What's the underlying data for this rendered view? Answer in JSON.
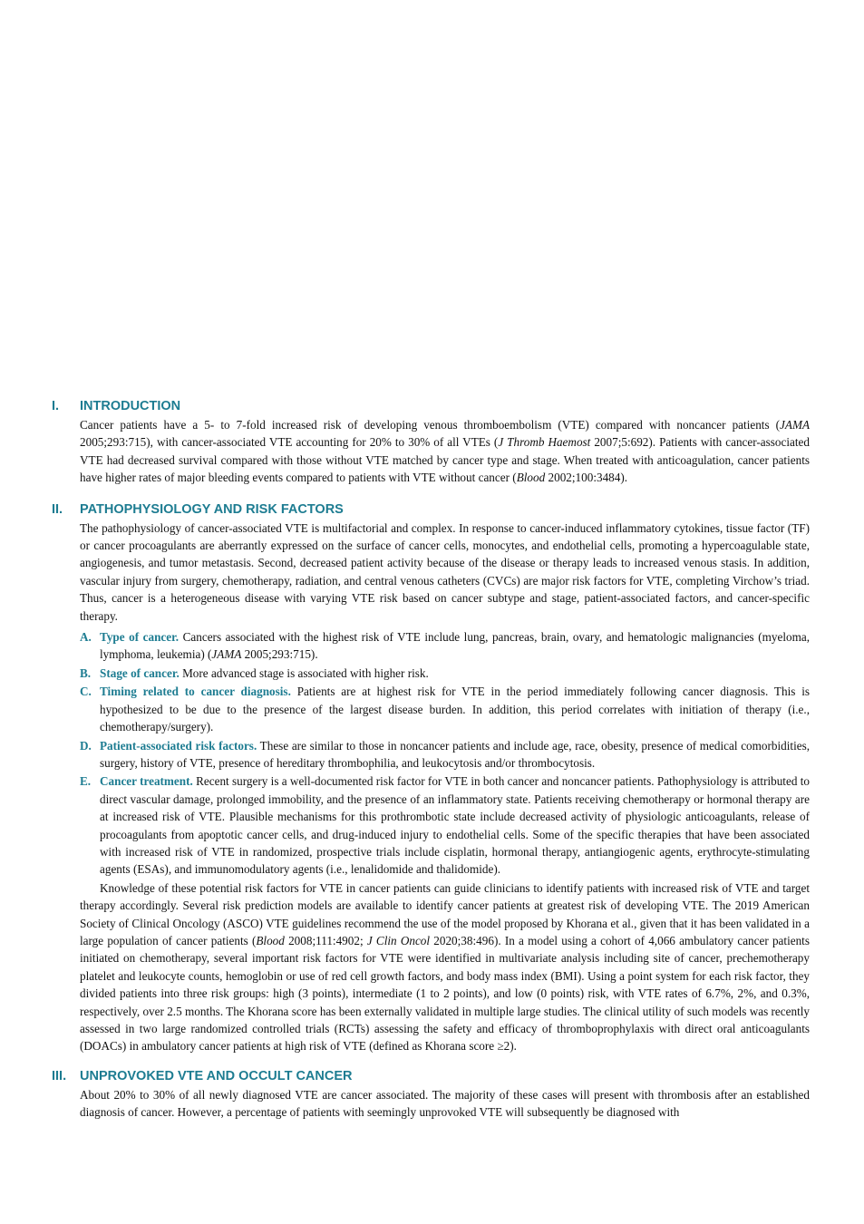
{
  "sections": [
    {
      "num": "I.",
      "title": "INTRODUCTION",
      "paragraphs": [
        {
          "runs": [
            {
              "t": "Cancer patients have a 5- to 7-fold increased risk of developing venous thromboembolism (VTE) compared with noncancer patients ("
            },
            {
              "t": "JAMA",
              "i": true
            },
            {
              "t": " 2005;293:715), with cancer-associated VTE accounting for 20% to 30% of all VTEs ("
            },
            {
              "t": "J Thromb Haemost",
              "i": true
            },
            {
              "t": " 2007;5:692). Patients with cancer-associated VTE had decreased survival compared with those without VTE matched by cancer type and stage. When treated with anticoagulation, cancer patients have higher rates of major bleeding events compared to patients with VTE without cancer ("
            },
            {
              "t": "Blood",
              "i": true
            },
            {
              "t": " 2002;100:3484)."
            }
          ]
        }
      ]
    },
    {
      "num": "II.",
      "title": "PATHOPHYSIOLOGY AND RISK FACTORS",
      "intro": "The pathophysiology of cancer-associated VTE is multifactorial and complex. In response to cancer-induced inflammatory cytokines, tissue factor (TF) or cancer procoagulants are aberrantly expressed on the surface of cancer cells, monocytes, and endothelial cells, promoting a hypercoagulable state, angiogenesis, and tumor metastasis. Second, decreased patient activity because of the disease or therapy leads to increased venous stasis. In addition, vascular injury from surgery, chemotherapy, radiation, and central venous catheters (CVCs) are major risk factors for VTE, completing Virchow’s triad. Thus, cancer is a heterogeneous disease with varying VTE risk based on cancer subtype and stage, patient-associated factors, and cancer-specific therapy.",
      "items": [
        {
          "letter": "A.",
          "lead": "Type of cancer.",
          "text": " Cancers associated with the highest risk of VTE include lung, pancreas, brain, ovary, and hematologic malignancies (myeloma, lymphoma, leukemia) (",
          "cite": "JAMA",
          "tail": " 2005;293:715)."
        },
        {
          "letter": "B.",
          "lead": "Stage of cancer.",
          "text": " More advanced stage is associated with higher risk.",
          "cite": "",
          "tail": ""
        },
        {
          "letter": "C.",
          "lead": "Timing related to cancer diagnosis.",
          "text": " Patients are at highest risk for VTE in the period immediately following cancer diagnosis. This is hypothesized to be due to the presence of the largest disease burden. In addition, this period correlates with initiation of therapy (i.e., chemotherapy/surgery).",
          "cite": "",
          "tail": ""
        },
        {
          "letter": "D.",
          "lead": "Patient-associated risk factors.",
          "text": " These are similar to those in noncancer patients and include age, race, obesity, presence of medical comorbidities, surgery, history of VTE, presence of hereditary thrombophilia, and leukocytosis and/or thrombocytosis.",
          "cite": "",
          "tail": ""
        },
        {
          "letter": "E.",
          "lead": "Cancer treatment.",
          "text": " Recent surgery is a well-documented risk factor for VTE in both cancer and noncancer patients. Pathophysiology is attributed to direct vascular damage, prolonged immobility, and the presence of an inflammatory state. Patients receiving chemotherapy or hormonal therapy are at increased risk of VTE. Plausible mechanisms for this prothrombotic state include decreased activity of physiologic anticoagulants, release of procoagulants from apoptotic cancer cells, and drug-induced injury to endothelial cells. Some of the specific therapies that have been associated with increased risk of VTE in randomized, prospective trials include cisplatin, hormonal therapy, antiangiogenic agents, erythrocyte-stimulating agents (ESAs), and immunomodulatory agents (i.e., lenalidomide and thalidomide).",
          "cite": "",
          "tail": ""
        }
      ],
      "closing": [
        {
          "t": "Knowledge of these potential risk factors for VTE in cancer patients can guide clinicians to identify patients with increased risk of VTE and target therapy accordingly. Several risk prediction models are available to identify cancer patients at greatest risk of developing VTE. The 2019 American Society of Clinical Oncology (ASCO) VTE guidelines recommend the use of the model proposed by Khorana et al., given that it has been validated in a large population of cancer patients ("
        },
        {
          "t": "Blood",
          "i": true
        },
        {
          "t": " 2008;111:4902; "
        },
        {
          "t": "J Clin Oncol",
          "i": true
        },
        {
          "t": " 2020;38:496). In a model using a cohort of 4,066 ambulatory cancer patients initiated on chemotherapy, several important risk factors for VTE were identified in multivariate analysis including site of cancer, prechemotherapy platelet and leukocyte counts, hemoglobin or use of red cell growth factors, and body mass index (BMI). Using a point system for each risk factor, they divided patients into three risk groups: high (3 points), intermediate (1 to 2 points), and low (0 points) risk, with VTE rates of 6.7%, 2%, and 0.3%, respectively, over 2.5 months. The Khorana score has been externally validated in multiple large studies. The clinical utility of such models was recently assessed in two large randomized controlled trials (RCTs) assessing the safety and efficacy of thromboprophylaxis with direct oral anticoagulants (DOACs) in ambulatory cancer patients at high risk of VTE (defined as Khorana score ≥2)."
        }
      ]
    },
    {
      "num": "III.",
      "title": "UNPROVOKED VTE AND OCCULT CANCER",
      "text": "About 20% to 30% of all newly diagnosed VTE are cancer associated. The majority of these cases will present with thrombosis after an established diagnosis of cancer. However, a percentage of patients with seemingly unprovoked VTE will subsequently be diagnosed with"
    }
  ],
  "colors": {
    "heading": "#1d7c91",
    "body": "#111111"
  }
}
